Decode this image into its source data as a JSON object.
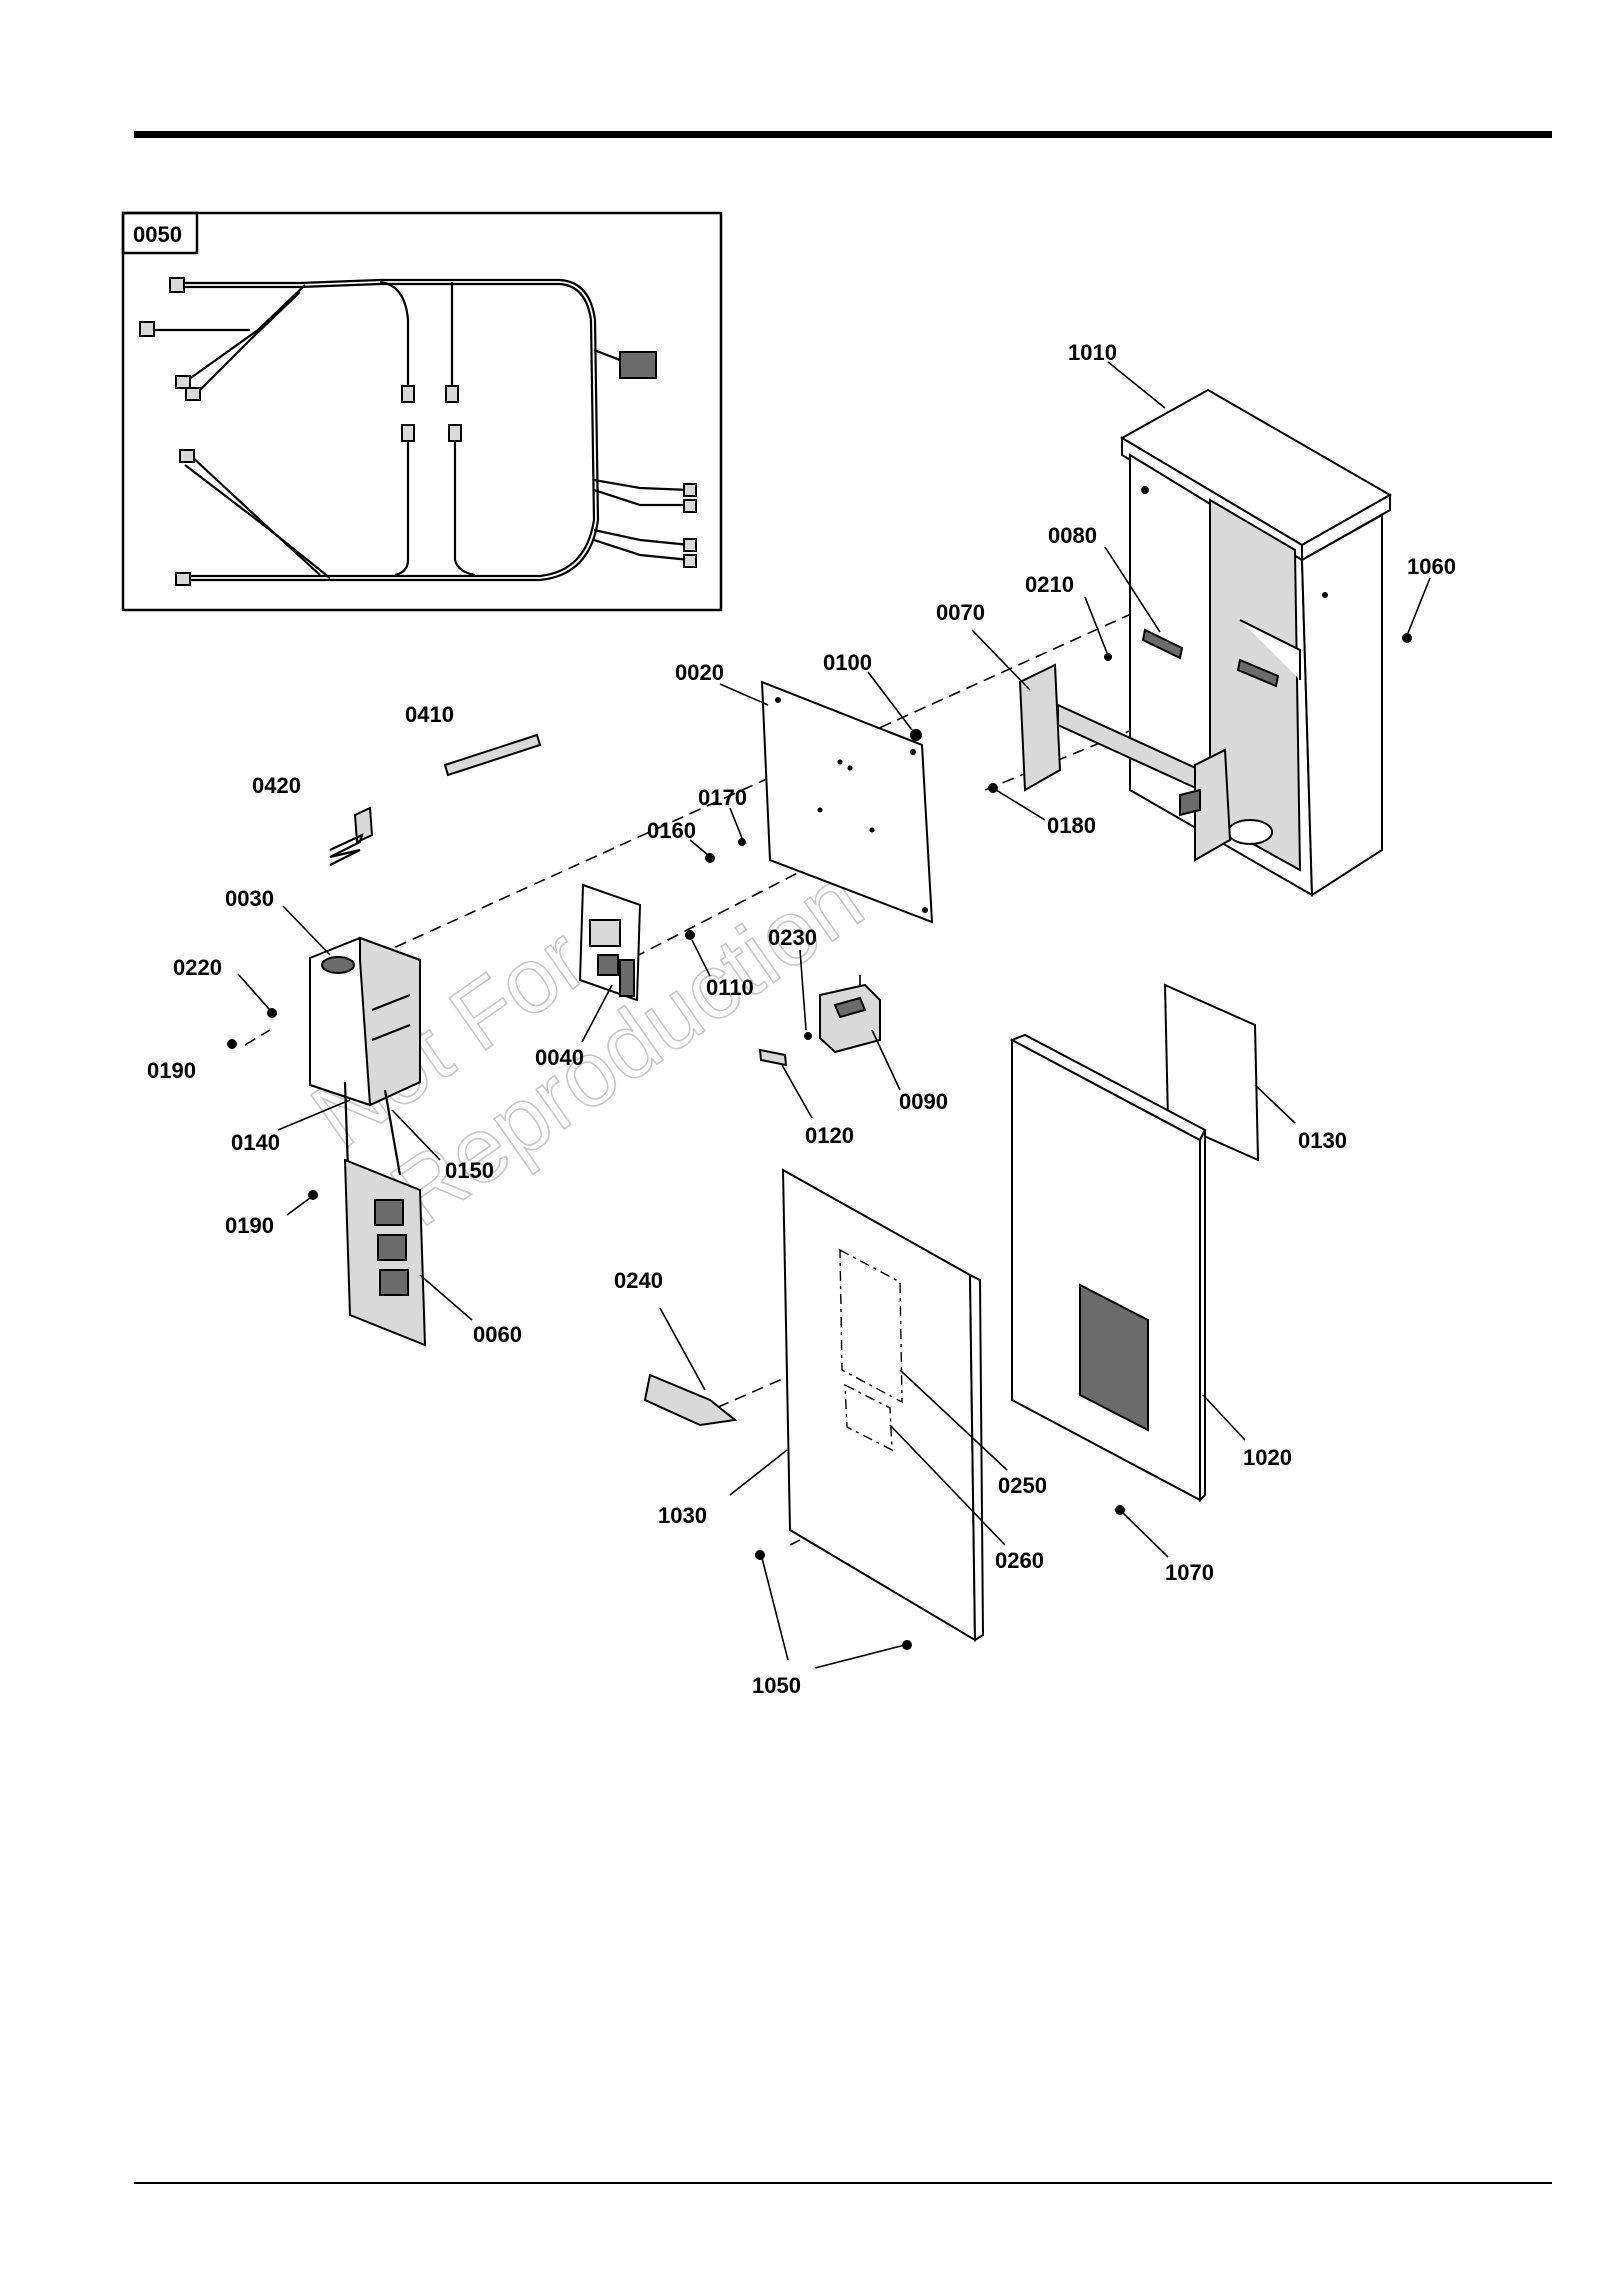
{
  "inset": {
    "label": "0050"
  },
  "watermark": {
    "line1": "Not For",
    "line2": "Reproduction"
  },
  "labels": {
    "p1010": "1010",
    "p1060": "1060",
    "p0080": "0080",
    "p0210": "0210",
    "p0070": "0070",
    "p0020": "0020",
    "p0100": "0100",
    "p0410": "0410",
    "p0420": "0420",
    "p0170": "0170",
    "p0160": "0160",
    "p0180": "0180",
    "p0030": "0030",
    "p0220": "0220",
    "p0190a": "0190",
    "p0110": "0110",
    "p0230": "0230",
    "p0040": "0040",
    "p0090": "0090",
    "p0120": "0120",
    "p0140": "0140",
    "p0150": "0150",
    "p0190b": "0190",
    "p0130": "0130",
    "p0060": "0060",
    "p0240": "0240",
    "p1020": "1020",
    "p0250": "0250",
    "p1030": "1030",
    "p0260": "0260",
    "p1070": "1070",
    "p1050": "1050"
  },
  "colors": {
    "line": "#000000",
    "watermark": "#c8c8c8",
    "part_fill": "#d9d9d9"
  }
}
